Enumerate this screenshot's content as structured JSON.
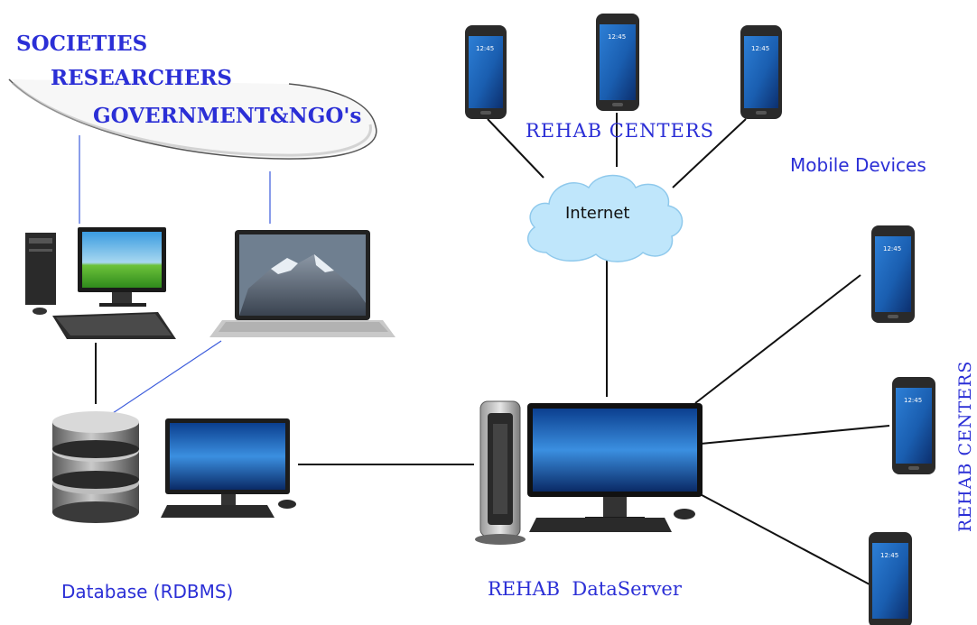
{
  "cloud_labels": [
    "SOCIETIES",
    "RESEARCHERS",
    "GOVERNMENT&NGO's"
  ],
  "labels": {
    "rehab_centers_top": "REHAB CENTERS",
    "mobile_devices": "Mobile Devices",
    "internet": "Internet",
    "database": "Database (RDBMS)",
    "dataserver": "REHAB  DataServer",
    "rehab_centers_side": "REHAB CENTERS"
  },
  "phone_screen_time": "12:45",
  "colors": {
    "label_blue": "#2b2fd6",
    "link_blue": "#3b5bdb",
    "cloud_blue": "#bfe6fb",
    "screen_blue": "#1e6fc2"
  },
  "icons": [
    "desktop-computer-icon",
    "laptop-icon",
    "database-icon",
    "monitor-icon",
    "server-computer-icon",
    "smartphone-icon",
    "cloud-icon"
  ]
}
